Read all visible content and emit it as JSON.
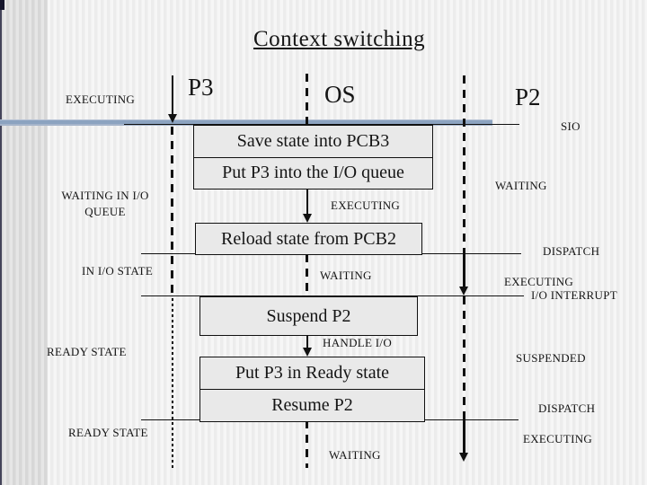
{
  "title": "Context switching",
  "columns": {
    "p3": "P3",
    "os": "OS",
    "p2": "P2"
  },
  "left_labels": {
    "executing": "EXECUTING",
    "waiting_in_io_line1": "WAITING IN I/O",
    "waiting_in_io_line2": "QUEUE",
    "in_io_state": "IN I/O STATE",
    "ready_state_1": "READY STATE",
    "ready_state_2": "READY STATE"
  },
  "center_labels": {
    "executing": "EXECUTING",
    "waiting_1": "WAITING",
    "handle_io": "HANDLE I/O",
    "waiting_2": "WAITING"
  },
  "right_labels": {
    "sio": "SIO",
    "waiting": "WAITING",
    "dispatch_1": "DISPATCH",
    "executing_1": "EXECUTING",
    "io_interrupt": "I/O INTERRUPT",
    "suspended": "SUSPENDED",
    "dispatch_2": "DISPATCH",
    "executing_2": "EXECUTING"
  },
  "boxes": {
    "save_state": {
      "line1": "Save state into PCB3",
      "line2": "Put P3 into the I/O queue"
    },
    "reload_state": {
      "line1": "Reload state from PCB2"
    },
    "suspend": {
      "line1": "Suspend P2"
    },
    "put_ready": {
      "line1": "Put P3 in Ready state",
      "line2": "Resume P2"
    }
  },
  "colors": {
    "accent_line": "#8ca3c0",
    "box_fill": "#e9e9e9",
    "ink": "#111111"
  }
}
